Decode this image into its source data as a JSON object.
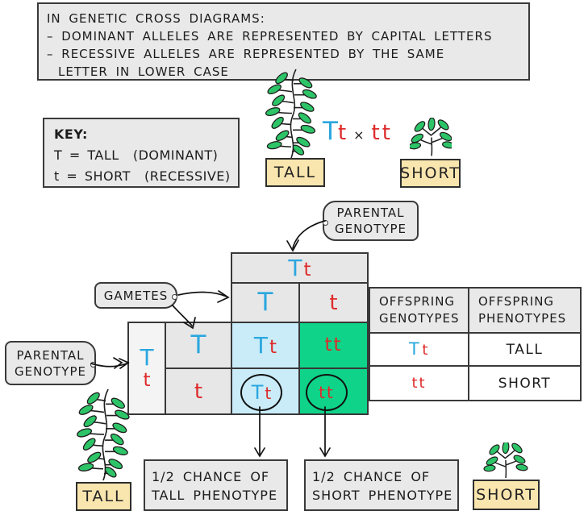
{
  "colors": {
    "box_grey": "#e9e9e9",
    "border_dark": "#3a3a3a",
    "label_tan": "#f9e5ae",
    "allele_blue": "#2aa7df",
    "allele_red": "#de2b2b",
    "cell_lightblue": "#c9ecf8",
    "cell_green": "#0ed389",
    "leaf_green": "#2dc468"
  },
  "intro_box": {
    "line1": "IN GENETIC CROSS DIAGRAMS:",
    "line2": "– DOMINANT ALLELES ARE REPRESENTED BY CAPITAL LETTERS",
    "line3": "– RECESSIVE ALLELES ARE REPRESENTED BY THE SAME",
    "line4": "LETTER IN LOWER CASE"
  },
  "key_box": {
    "title": "KEY:",
    "dominant": "T = TALL  (DOMINANT)",
    "recessive": "t = SHORT  (RECESSIVE)"
  },
  "cross": {
    "parent1_allele1": "T",
    "parent1_allele2": "t",
    "times": "×",
    "parent2": "tt"
  },
  "labels": {
    "tall": "TALL",
    "short": "SHORT",
    "gametes": "GAMETES",
    "parental_line1": "PARENTAL",
    "parental_line2": "GENOTYPE"
  },
  "punnett": {
    "top_parent_allele1": "T",
    "top_parent_allele2": "t",
    "top_gamete_1": "T",
    "top_gamete_2": "t",
    "left_parent_allele1": "T",
    "left_parent_allele2": "t",
    "left_gamete_1": "T",
    "left_gamete_2": "t",
    "cell_r1c1_a1": "T",
    "cell_r1c1_a2": "t",
    "cell_r1c2": "tt",
    "cell_r2c1_a1": "T",
    "cell_r2c1_a2": "t",
    "cell_r2c2": "tt"
  },
  "offspring_table": {
    "header1_line1": "OFFSPRING",
    "header1_line2": "GENOTYPES",
    "header2_line1": "OFFSPRING",
    "header2_line2": "PHENOTYPES",
    "row1_genotype_a1": "T",
    "row1_genotype_a2": "t",
    "row1_phenotype": "TALL",
    "row2_genotype": "tt",
    "row2_phenotype": "SHORT"
  },
  "chance_boxes": {
    "tall_line1": "1/2 CHANCE OF",
    "tall_line2": "TALL PHENOTYPE",
    "short_line1": "1/2 CHANCE OF",
    "short_line2": "SHORT PHENOTYPE"
  }
}
